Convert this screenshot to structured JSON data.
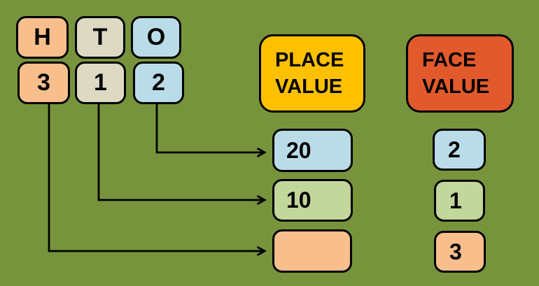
{
  "colors": {
    "background": "#77943D",
    "orange": "#F8BE8C",
    "beige": "#DDD9C3",
    "blue": "#BADCE9",
    "green": "#C3D69B",
    "yellow": "#FFC000",
    "red_orange": "#E25A2C",
    "line": "#000000"
  },
  "digit_columns": [
    {
      "place_label": "H",
      "digit": "3"
    },
    {
      "place_label": "T",
      "digit": "1"
    },
    {
      "place_label": "O",
      "digit": "2"
    }
  ],
  "place_value_header": {
    "line1": "PLACE",
    "line2": "VALUE"
  },
  "face_value_header": {
    "line1": "FACE",
    "line2": "VALUE"
  },
  "place_values": [
    "20",
    "10",
    ""
  ],
  "face_values": [
    "2",
    "1",
    "3"
  ]
}
